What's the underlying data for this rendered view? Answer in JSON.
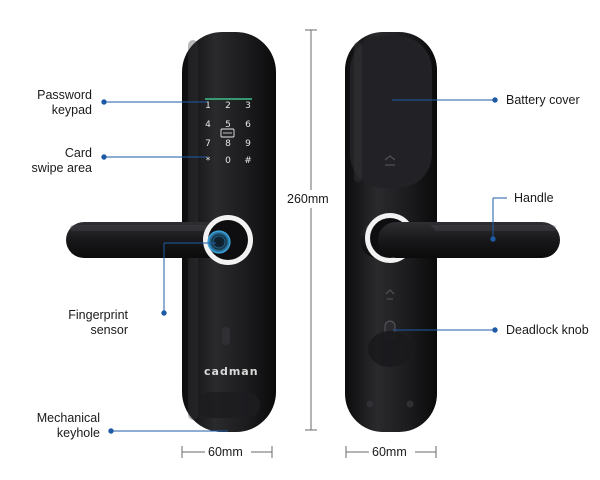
{
  "labels": {
    "password_keypad": [
      "Password",
      "keypad"
    ],
    "card_swipe_area": [
      "Card",
      "swipe area"
    ],
    "fingerprint_sensor": [
      "Fingerprint",
      "sensor"
    ],
    "mechanical_keyhole": [
      "Mechanical",
      "keyhole"
    ],
    "battery_cover": "Battery cover",
    "handle": "Handle",
    "deadlock_knob": "Deadlock knob"
  },
  "dimensions": {
    "height": "260mm",
    "front_width": "60mm",
    "back_width": "60mm"
  },
  "keypad": {
    "keys": [
      "1",
      "2",
      "3",
      "4",
      "5",
      "6",
      "7",
      "8",
      "9",
      "*",
      "0",
      "#"
    ],
    "card_icon": "card-icon"
  },
  "brand": "cadman",
  "colors": {
    "lock_body": "#141416",
    "leader_line": "#1f5aa6",
    "ring": "#e8e8e8",
    "fingerprint_glow": "#3aa0d8"
  }
}
